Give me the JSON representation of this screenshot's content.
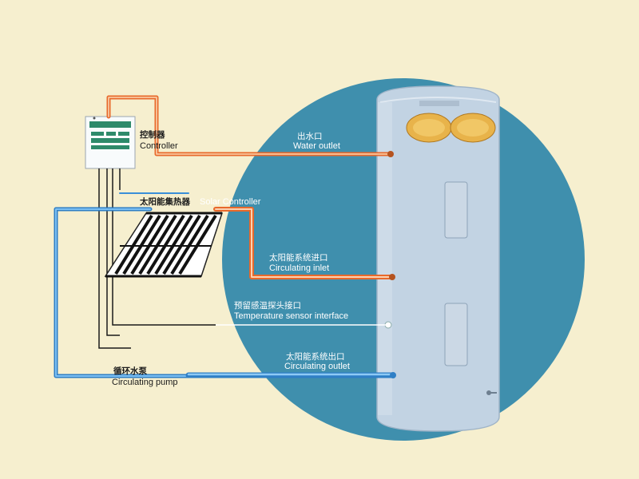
{
  "colors": {
    "background": "#f6efcf",
    "circle": "#3f8fad",
    "tank": "#bfcfdf",
    "hot_pipe": "#f07a3a",
    "cold_pipe": "#3a8fd8",
    "wire": "#1a1a1a"
  },
  "controller": {
    "label_cn": "控制器",
    "label_en": "Controller"
  },
  "collector": {
    "label_cn": "太阳能集热器",
    "label_en": "Solar Controller"
  },
  "pump": {
    "label_cn": "循环水泵",
    "label_en": "Circulating pump"
  },
  "ports": [
    {
      "id": "water-outlet",
      "label_cn": "出水口",
      "label_en": "Water outlet"
    },
    {
      "id": "circulating-inlet",
      "label_cn": "太阳能系统进口",
      "label_en": "Circulating inlet"
    },
    {
      "id": "temperature-sensor-interface",
      "label_cn": "预留感温探头接口",
      "label_en": "Temperature sensor interface"
    },
    {
      "id": "circulating-outlet",
      "label_cn": "太阳能系统出口",
      "label_en": "Circulating outlet"
    }
  ]
}
